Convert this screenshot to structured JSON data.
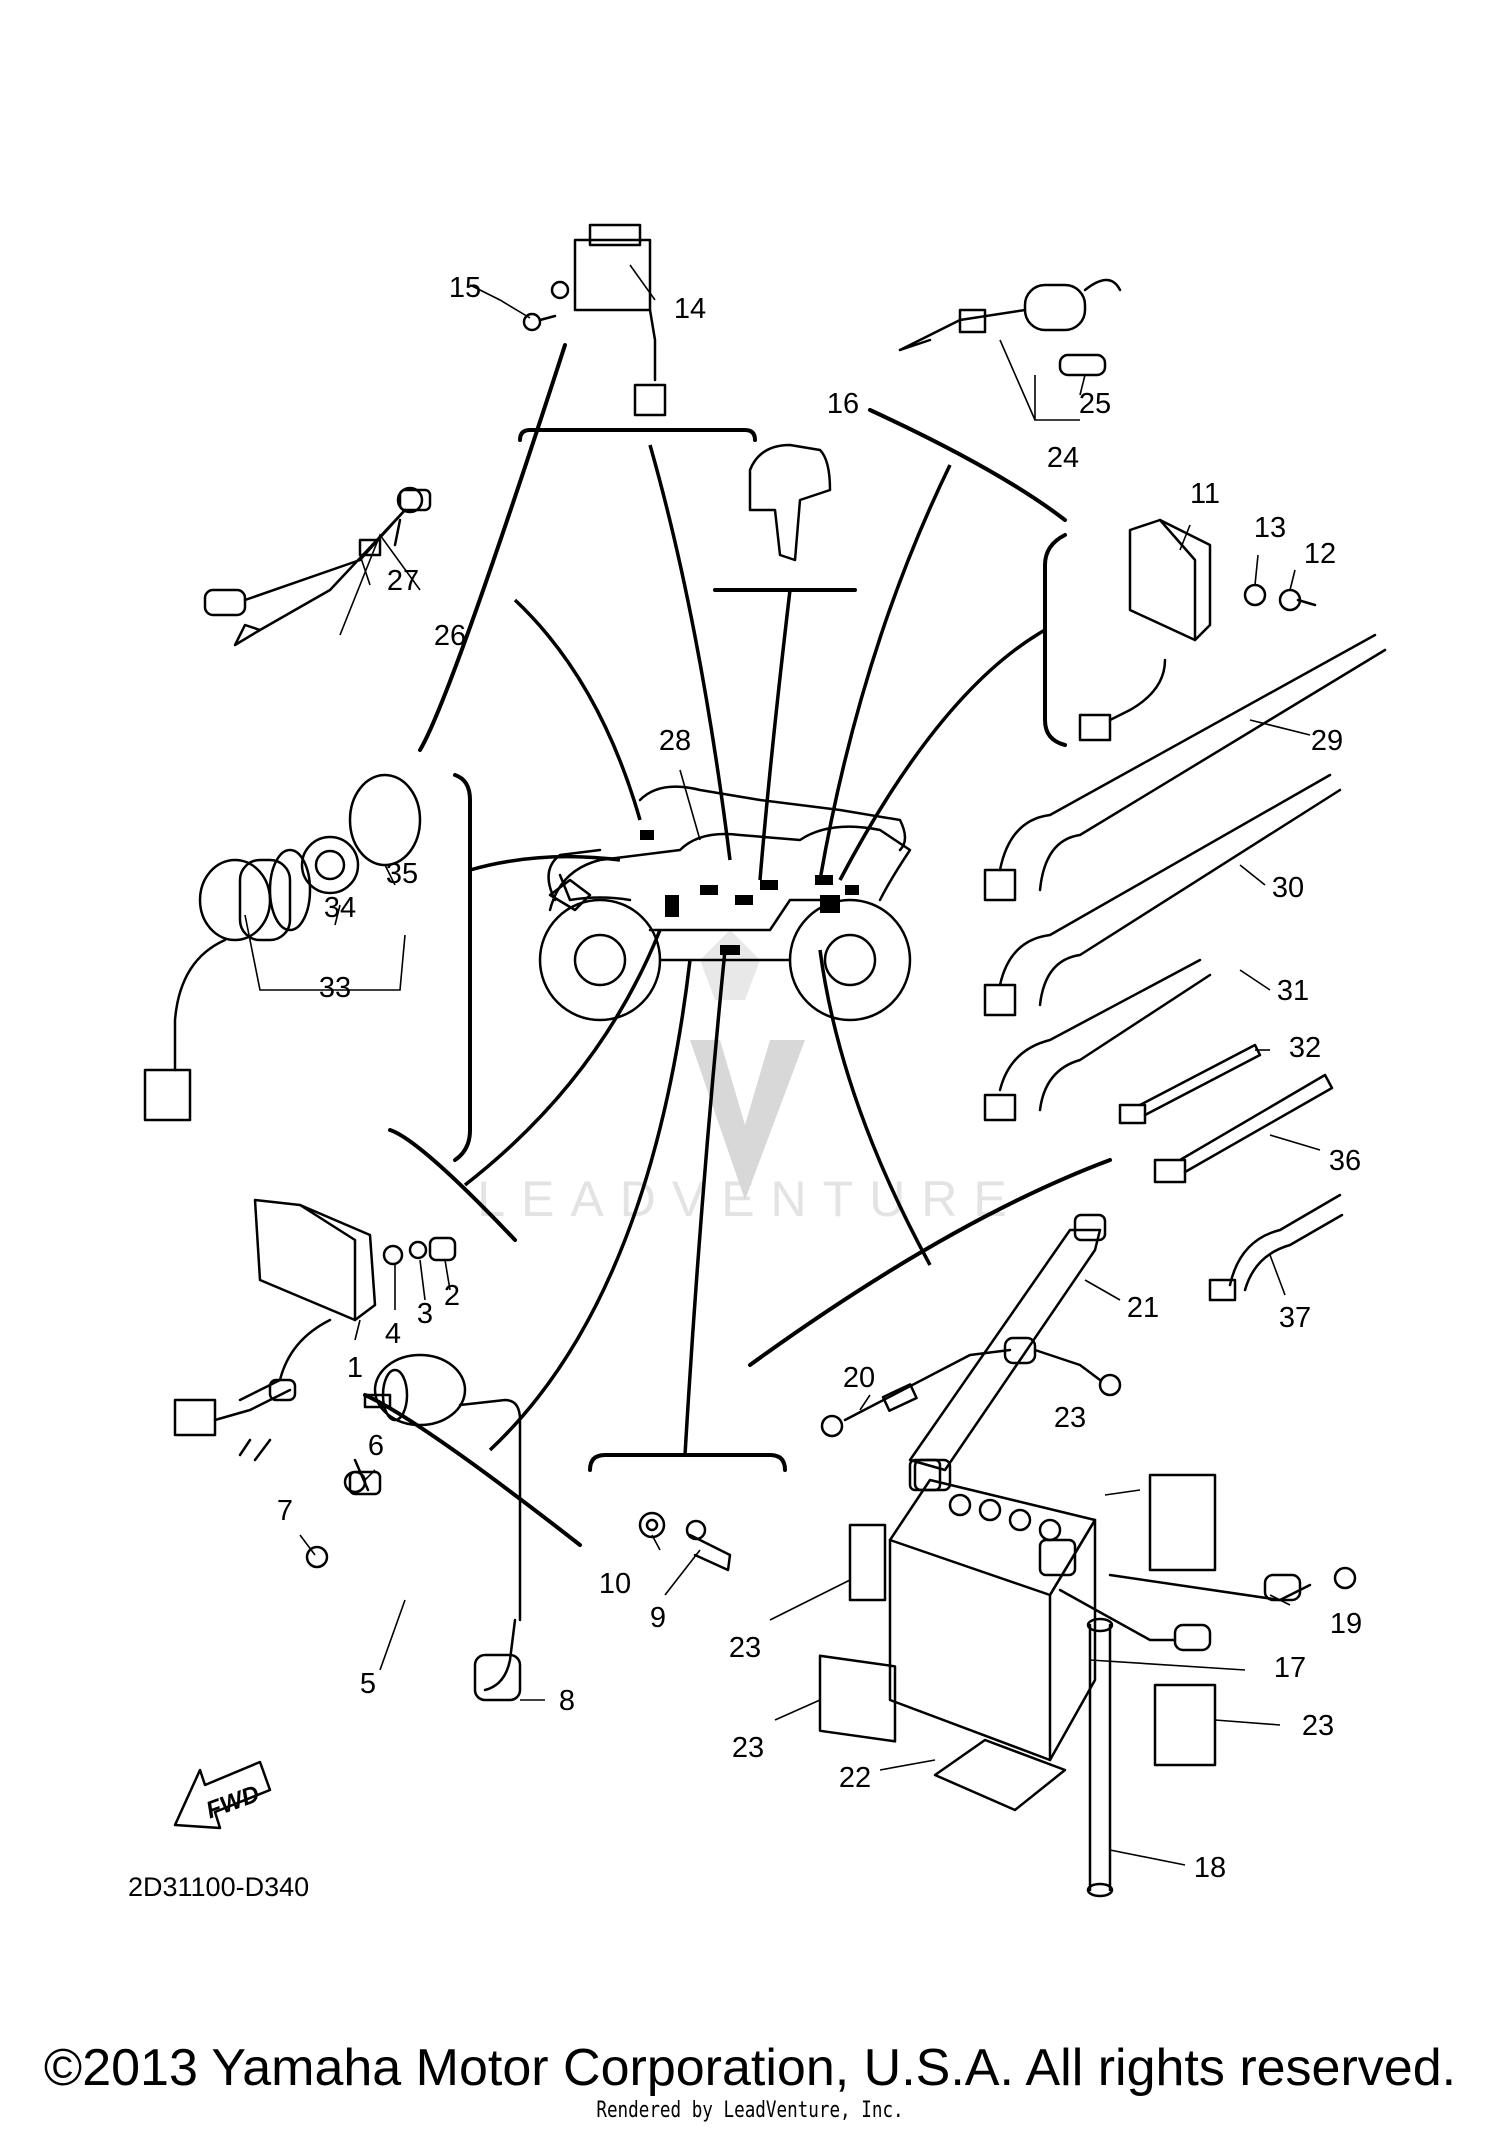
{
  "diagram": {
    "parts": [
      {
        "id": "p1",
        "label": "1"
      },
      {
        "id": "p2",
        "label": "2"
      },
      {
        "id": "p3",
        "label": "3"
      },
      {
        "id": "p4",
        "label": "4"
      },
      {
        "id": "p5",
        "label": "5"
      },
      {
        "id": "p6",
        "label": "6"
      },
      {
        "id": "p7",
        "label": "7"
      },
      {
        "id": "p8",
        "label": "8"
      },
      {
        "id": "p9",
        "label": "9"
      },
      {
        "id": "p10",
        "label": "10"
      },
      {
        "id": "p11",
        "label": "11"
      },
      {
        "id": "p12",
        "label": "12"
      },
      {
        "id": "p13",
        "label": "13"
      },
      {
        "id": "p14",
        "label": "14"
      },
      {
        "id": "p15",
        "label": "15"
      },
      {
        "id": "p16",
        "label": "16"
      },
      {
        "id": "p17",
        "label": "17"
      },
      {
        "id": "p18",
        "label": "18"
      },
      {
        "id": "p19",
        "label": "19"
      },
      {
        "id": "p20",
        "label": "20"
      },
      {
        "id": "p21",
        "label": "21"
      },
      {
        "id": "p22",
        "label": "22"
      },
      {
        "id": "p23a",
        "label": "23"
      },
      {
        "id": "p23b",
        "label": "23"
      },
      {
        "id": "p23c",
        "label": "23"
      },
      {
        "id": "p23d",
        "label": "23"
      },
      {
        "id": "p24",
        "label": "24"
      },
      {
        "id": "p25",
        "label": "25"
      },
      {
        "id": "p26",
        "label": "26"
      },
      {
        "id": "p27",
        "label": "27"
      },
      {
        "id": "p28",
        "label": "28"
      },
      {
        "id": "p29",
        "label": "29"
      },
      {
        "id": "p30",
        "label": "30"
      },
      {
        "id": "p31",
        "label": "31"
      },
      {
        "id": "p32",
        "label": "32"
      },
      {
        "id": "p33",
        "label": "33"
      },
      {
        "id": "p34",
        "label": "34"
      },
      {
        "id": "p35",
        "label": "35"
      },
      {
        "id": "p36",
        "label": "36"
      },
      {
        "id": "p37",
        "label": "37"
      }
    ],
    "fwd_label": "FWD",
    "diagram_code": "2D31100-D340",
    "watermark": "LEADVENTURE"
  },
  "footer": {
    "copyright": "©2013 Yamaha Motor Corporation, U.S.A. All rights reserved.",
    "rendered_by": "Rendered by LeadVenture, Inc."
  }
}
